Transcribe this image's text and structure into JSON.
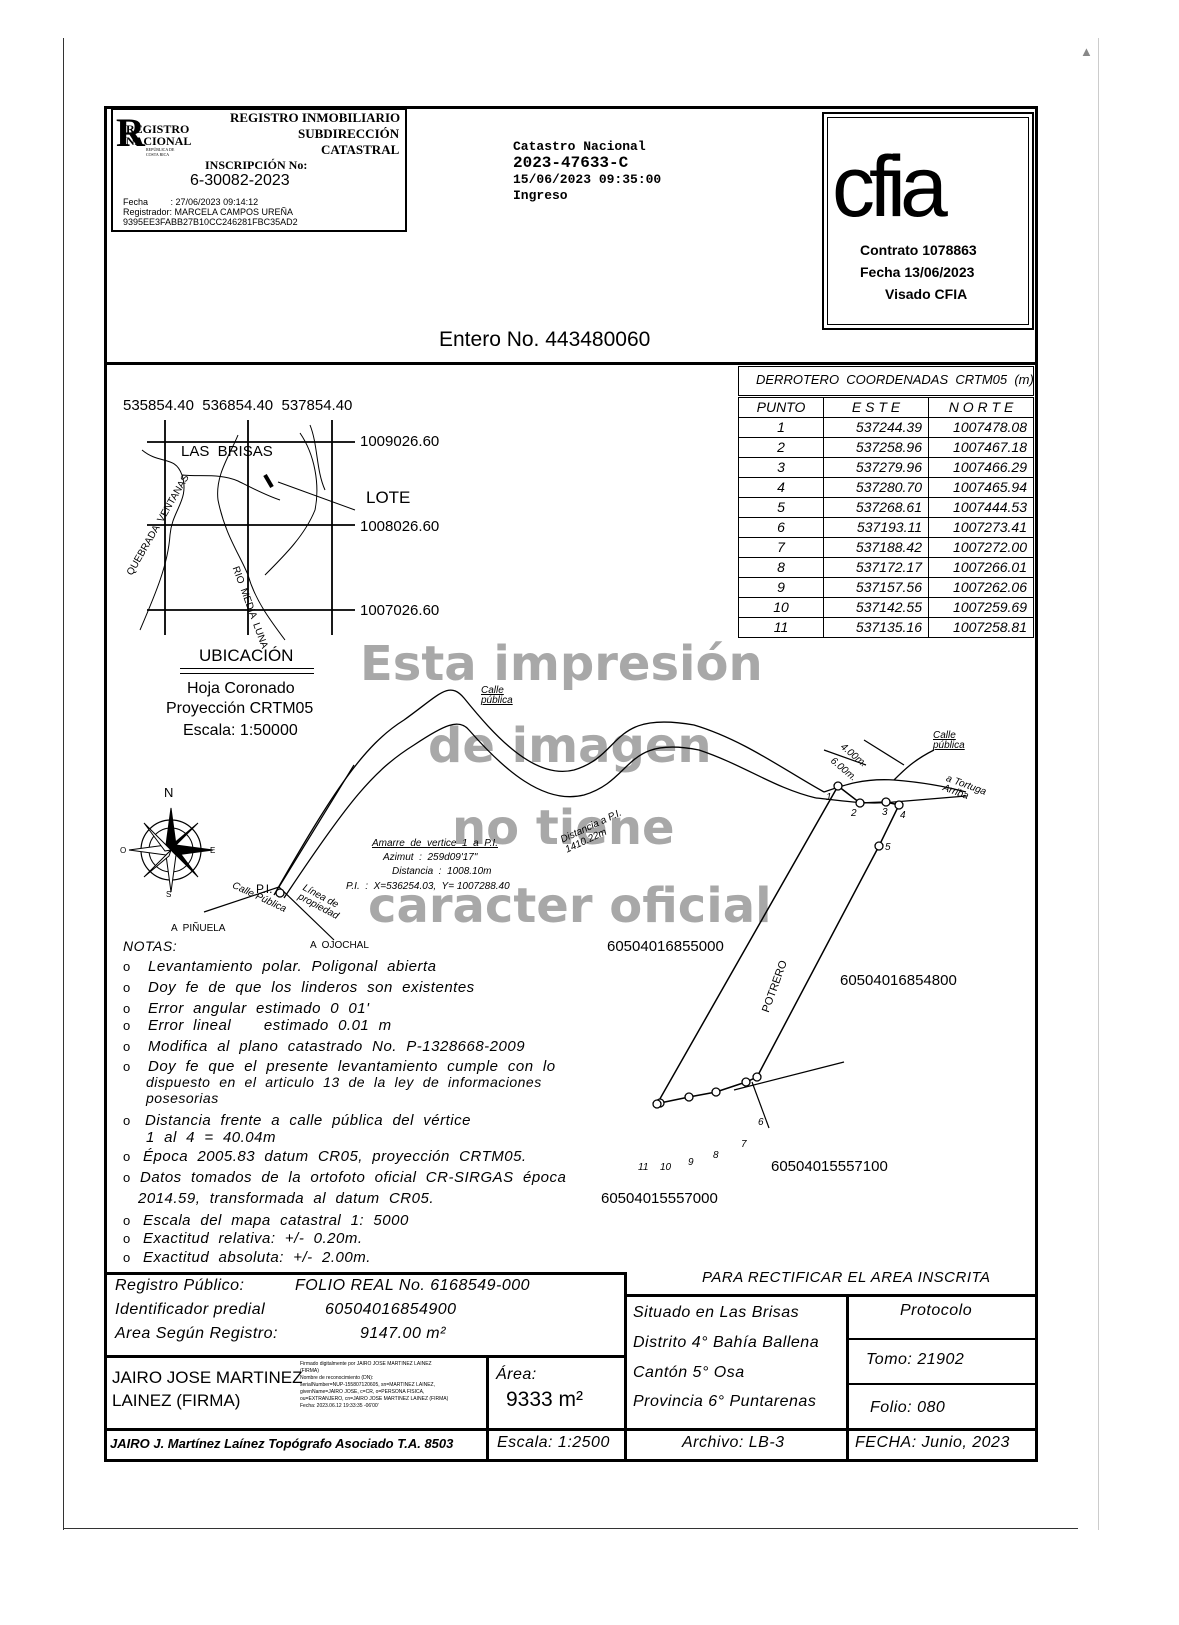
{
  "registro": {
    "logo_line1": "REGISTRO",
    "logo_line2": "NACIONAL",
    "logo_line3": "REPÚBLICA DE",
    "logo_line4": "COSTA RICA",
    "title1": "REGISTRO INMOBILIARIO",
    "title2": "SUBDIRECCIÓN",
    "title3": "CATASTRAL",
    "inscripcion_label": "INSCRIPCIÓN No:",
    "inscripcion_value": "6-30082-2023",
    "fecha": "Fecha         : 27/06/2023 09:14:12",
    "registrador": "Registrador: MARCELA CAMPOS UREÑA",
    "hash": "9395EE3FABB27B10CC246281FBC35AD2"
  },
  "catastro": {
    "line1": "Catastro Nacional",
    "line2": "2023-47633-C",
    "line3": "15/06/2023 09:35:00",
    "line4": "Ingreso"
  },
  "cfia": {
    "logo": "cfia",
    "contrato": "Contrato 1078863",
    "fecha": "Fecha 13/06/2023",
    "visado": "Visado CFIA"
  },
  "entero": "Entero No. 443480060",
  "derrotero": {
    "title": "DERROTERO  COORDENADAS  CRTM05  (m)",
    "headers": [
      "PUNTO",
      "E S T E",
      "N O R T E"
    ],
    "rows": [
      [
        "1",
        "537244.39",
        "1007478.08"
      ],
      [
        "2",
        "537258.96",
        "1007467.18"
      ],
      [
        "3",
        "537279.96",
        "1007466.29"
      ],
      [
        "4",
        "537280.70",
        "1007465.94"
      ],
      [
        "5",
        "537268.61",
        "1007444.53"
      ],
      [
        "6",
        "537193.11",
        "1007273.41"
      ],
      [
        "7",
        "537188.42",
        "1007272.00"
      ],
      [
        "8",
        "537172.17",
        "1007266.01"
      ],
      [
        "9",
        "537157.56",
        "1007262.06"
      ],
      [
        "10",
        "537142.55",
        "1007259.69"
      ],
      [
        "11",
        "537135.16",
        "1007258.81"
      ]
    ]
  },
  "location_map": {
    "x_ticks": "535854.40  536854.40  537854.40",
    "y1": "1009026.60",
    "y2": "1008026.60",
    "y3": "1007026.60",
    "las_brisas": "LAS  BRISAS",
    "lote": "LOTE",
    "quebrada": "QUEBRADA  VENTANAS",
    "rio": "RIO  MEDIA  LUNA",
    "ubicacion": "UBICACIÓN",
    "hoja": "Hoja Coronado",
    "proyeccion": "Proyección CRTM05",
    "escala": "Escala: 1:50000"
  },
  "watermark": {
    "line1": "Esta impresión",
    "line2": "de imagen",
    "line3": "no tiene",
    "line4": "caracter oficial"
  },
  "plan": {
    "calle_publica_top": "Calle pública",
    "calle_publica_right": "Calle pública",
    "a_tortuga": "a Tortuga Arriba",
    "dim_400": "4.00m.",
    "dim_600": "6.00m.",
    "distancia_pi": "Distancia a P.I. 1410.22m",
    "amarre_title": "Amarre  de  vertice  1  a  P.I.",
    "azimut": "Azimut  :  259d09'17\"",
    "distancia": "Distancia  :  1008.10m",
    "pi_coords": "P.I.  :  X=536254.03,  Y= 1007288.40",
    "pi_label": "P.I.",
    "calle_publica_bottom": "Calle Pública",
    "linea_propiedad": "Línea de propiedad",
    "a_pinuela": "A  PIÑUELA",
    "a_ojochal": "A  OJOCHAL",
    "north": "N",
    "east": "E",
    "west": "O",
    "south": "S",
    "potrero": "POTRERO",
    "lot_left": "60504016855000",
    "lot_right": "60504016854800",
    "lot_bottom_right": "60504015557100",
    "lot_bottom_left": "60504015557000",
    "pts": [
      "1",
      "2",
      "3",
      "4",
      "5",
      "6",
      "7",
      "8",
      "9",
      "10",
      "11"
    ]
  },
  "notas": {
    "title": "NOTAS:",
    "items": [
      "Levantamiento  polar.  Poligonal  abierta",
      "Doy  fe  de  que  los  linderos  son  existentes",
      "Error  angular  estimado  0  01'",
      "Error  lineal       estimado  0.01  m",
      "Modifica  al  plano  catastrado  No.  P-1328668-2009",
      "Doy  fe  que  el  presente  levantamiento  cumple  con  lo",
      "dispuesto  en  el  articulo  13  de  la  ley  de  informaciones",
      "posesorias",
      "Distancia  frente  a  calle  pública  del  vértice",
      "1  al  4  =  40.04m",
      "Época  2005.83  datum  CR05,  proyección  CRTM05.",
      "Datos  tomados  de  la  ortofoto  oficial  CR-SIRGAS  época",
      "2014.59,  transformada  al  datum  CR05.",
      "Escala  del  mapa  catastral  1:  5000",
      "Exactitud  relativa:  +/-  0.20m.",
      "Exactitud  absoluta:  +/-  2.00m."
    ]
  },
  "footer": {
    "registro_publico_label": "Registro  Público:",
    "registro_publico_value": "FOLIO  REAL  No.  6168549-000",
    "identificador_label": "Identificador  predial",
    "identificador_value": "60504016854900",
    "area_registro_label": "Area  Según  Registro:",
    "area_registro_value": "9147.00  m²",
    "firmante": "JAIRO JOSE MARTINEZ LAINEZ (FIRMA)",
    "firmante_l1": "JAIRO JOSE MARTINEZ",
    "firmante_l2": "LAINEZ (FIRMA)",
    "firma_small_1": "Firmado digitalmente por JAIRO JOSE MARTINEZ LAINEZ",
    "firma_small_2": "(FIRMA)",
    "firma_small_3": "Nombre de reconocimiento (DN):",
    "firma_small_4": "serialNumber=NUP-155807120605, sn=MARTINEZ LAINEZ,",
    "firma_small_5": "givenName=JAIRO JOSE, c=CR, o=PERSONA FISICA,",
    "firma_small_6": "ou=EXTRANJERO, cn=JAIRO JOSE MARTINEZ LAINEZ (FIRMA)",
    "firma_small_7": "Fecha: 2023.06.12 19:33:35 -06'00'",
    "area_label": "Área:",
    "area_value": "9333 m²",
    "topografo": "JAIRO  J.  Martínez  Laínez  Topógrafo  Asociado  T.A.  8503",
    "escala": "Escala:  1:2500",
    "rectificar": "PARA  RECTIFICAR  EL  AREA  INSCRITA",
    "situado": "Situado  en  Las  Brisas",
    "distrito": "Distrito  4°  Bahía  Ballena",
    "canton": "Cantón  5°  Osa",
    "provincia": "Provincia  6°  Puntarenas",
    "protocolo": "Protocolo",
    "tomo": "Tomo:    21902",
    "folio": "Folio:     080",
    "archivo": "Archivo:      LB-3",
    "fecha": "FECHA:  Junio,  2023"
  },
  "scroll_up_icon": "▲"
}
